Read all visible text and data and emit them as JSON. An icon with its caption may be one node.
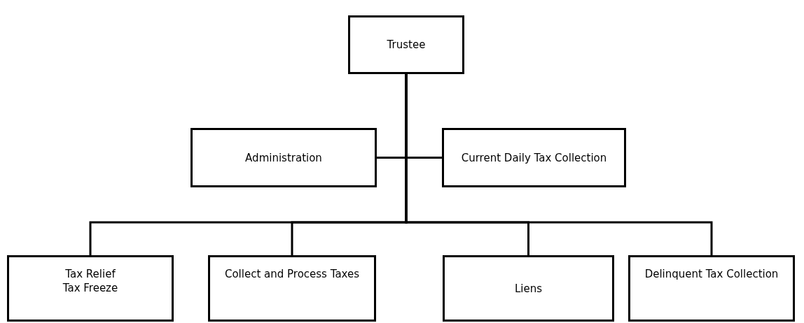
{
  "diagram": {
    "nodes": [
      {
        "text": [
          "Trustee"
        ]
      },
      {
        "text": [
          "Administration"
        ]
      },
      {
        "text": [
          "Current Daily Tax Collection"
        ]
      },
      {
        "text": [
          "Tax Relief",
          "Tax Freeze"
        ]
      },
      {
        "text": [
          "Collect and Process Taxes"
        ]
      },
      {
        "text": [
          "Liens"
        ]
      },
      {
        "text": [
          "Delinquent Tax Collection"
        ]
      }
    ],
    "edges": [
      {
        "from": 0,
        "to": 1,
        "arrow": "none"
      },
      {
        "from": 0,
        "to": 2,
        "arrow": "none"
      },
      {
        "from": 0,
        "to": 3,
        "arrow": "none"
      },
      {
        "from": 0,
        "to": 4,
        "arrow": "none"
      },
      {
        "from": 0,
        "to": 5,
        "arrow": "none"
      },
      {
        "from": 0,
        "to": 6,
        "arrow": "none"
      }
    ]
  }
}
